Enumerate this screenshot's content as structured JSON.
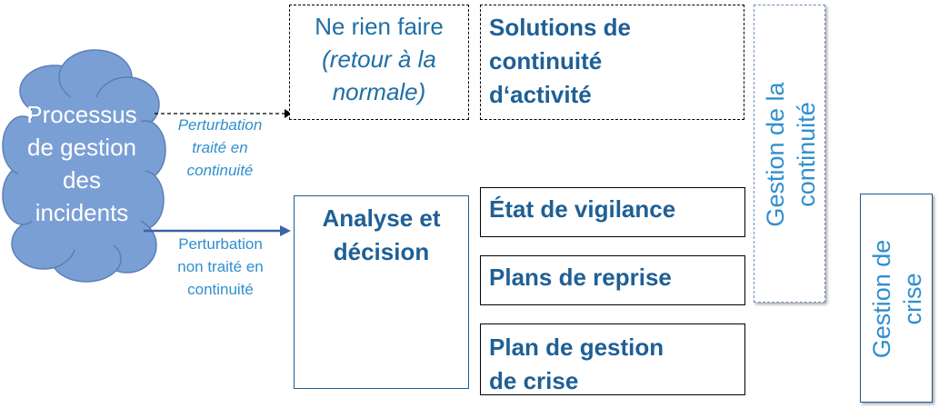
{
  "nodes": {
    "incident_process": "Processus\nde gestion\ndes\nincidents",
    "do_nothing_line1": "Ne rien faire",
    "do_nothing_line2": "(retour à la\nnormale)",
    "continuity_solutions": "Solutions de\ncontinuité\nd‘activité",
    "analysis": "Analyse et\ndécision",
    "vigilance": "État de vigilance",
    "recovery": "Plans de reprise",
    "crisis_plan": "Plan de gestion\nde crise",
    "continuity_management": "Gestion de la\ncontinuité",
    "crisis_management": "Gestion de\ncrise"
  },
  "edges": {
    "handled": "Perturbation\ntraité en\ncontinuité",
    "not_handled": "Perturbation\nnon traité en\ncontinuité"
  },
  "colors": {
    "cloud_fill": "#7a9fd4",
    "cloud_stroke": "#5a7fb8",
    "text_blue_bold": "#1f5f95",
    "text_blue_light": "#2f8fcf",
    "arrow_solid": "#3a64a8"
  }
}
